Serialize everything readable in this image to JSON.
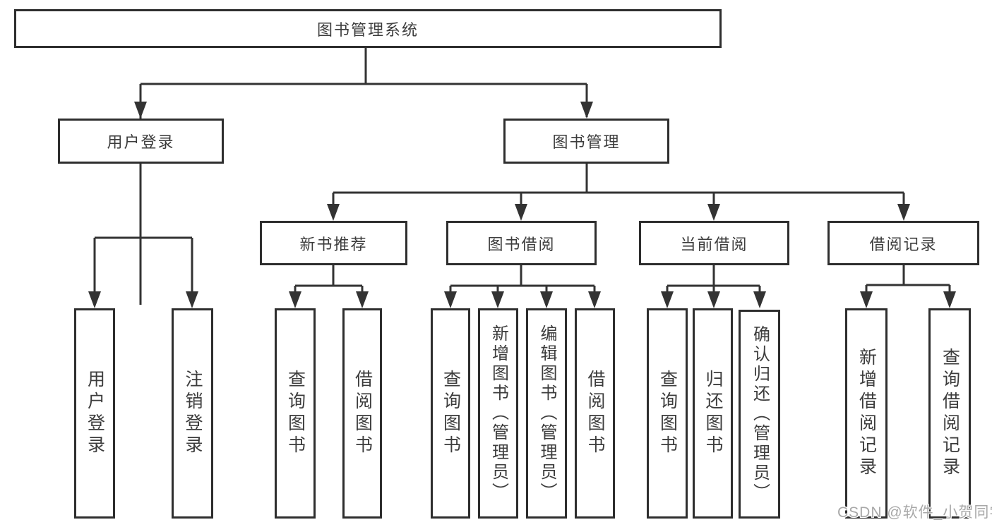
{
  "diagram": {
    "root": {
      "label": "图书管理系统"
    },
    "level1": [
      {
        "label": "用户登录"
      },
      {
        "label": "图书管理"
      }
    ],
    "level2": [
      {
        "label": "新书推荐"
      },
      {
        "label": "图书借阅"
      },
      {
        "label": "当前借阅"
      },
      {
        "label": "借阅记录"
      }
    ],
    "leaves": {
      "user_login": [
        "用户登录",
        "注销登录"
      ],
      "new_book": [
        "查询图书",
        "借阅图书"
      ],
      "book_borrow": [
        "查询图书",
        "新增图书（管理员）",
        "编辑图书（管理员）",
        "借阅图书"
      ],
      "current_borrow": [
        "查询图书",
        "归还图书",
        "确认归还（管理员）"
      ],
      "borrow_record": [
        "新增借阅记录",
        "查询借阅记录"
      ]
    },
    "colors": {
      "line": "#333333",
      "border": "#2e2e2e",
      "text": "#3c3c3c",
      "watermark": "#a8a8a8"
    }
  },
  "watermark": "CSDN @软件_小贺同学"
}
